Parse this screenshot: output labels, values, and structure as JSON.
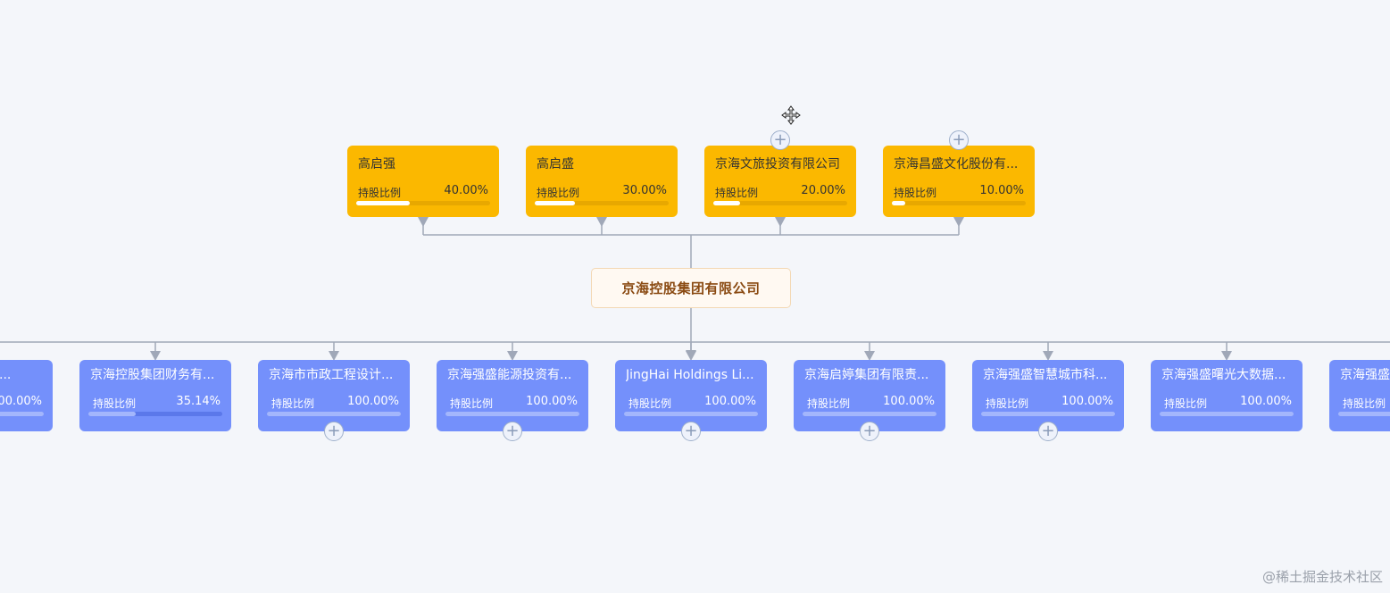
{
  "root": {
    "name": "京海控股集团有限公司"
  },
  "holders": [
    {
      "name": "高启强",
      "label": "持股比例",
      "percent": "40.00%",
      "ratio": 0.4,
      "expandable": false
    },
    {
      "name": "高启盛",
      "label": "持股比例",
      "percent": "30.00%",
      "ratio": 0.3,
      "expandable": false
    },
    {
      "name": "京海文旅投资有限公司",
      "label": "持股比例",
      "percent": "20.00%",
      "ratio": 0.2,
      "expandable": true
    },
    {
      "name": "京海昌盛文化股份有...",
      "label": "持股比例",
      "percent": "10.00%",
      "ratio": 0.1,
      "expandable": true
    }
  ],
  "subsidiaries": [
    {
      "name": "京海控股发展集...",
      "label": "持股比例",
      "percent": "100.00%",
      "ratio": 1.0,
      "expandable": false
    },
    {
      "name": "京海控股集团财务有...",
      "label": "持股比例",
      "percent": "35.14%",
      "ratio": 0.3514,
      "expandable": false
    },
    {
      "name": "京海市市政工程设计...",
      "label": "持股比例",
      "percent": "100.00%",
      "ratio": 1.0,
      "expandable": true
    },
    {
      "name": "京海强盛能源投资有...",
      "label": "持股比例",
      "percent": "100.00%",
      "ratio": 1.0,
      "expandable": true
    },
    {
      "name": "JingHai Holdings Li...",
      "label": "持股比例",
      "percent": "100.00%",
      "ratio": 1.0,
      "expandable": true
    },
    {
      "name": "京海启婷集团有限责...",
      "label": "持股比例",
      "percent": "100.00%",
      "ratio": 1.0,
      "expandable": true
    },
    {
      "name": "京海强盛智慧城市科...",
      "label": "持股比例",
      "percent": "100.00%",
      "ratio": 1.0,
      "expandable": true
    },
    {
      "name": "京海强盛曙光大数据...",
      "label": "持股比例",
      "percent": "100.00%",
      "ratio": 1.0,
      "expandable": false
    },
    {
      "name": "京海强盛...",
      "label": "持股比例",
      "percent": "",
      "ratio": 1.0,
      "expandable": false
    }
  ],
  "expand_icon": "plus-icon",
  "cursor_icon": "move-icon",
  "watermark": "@稀土掘金技术社区",
  "colors": {
    "holder_card": "#fbb800",
    "subsidiary_card": "#7490fb",
    "root_text": "#8a4a12",
    "connector": "#a0a8b8"
  }
}
